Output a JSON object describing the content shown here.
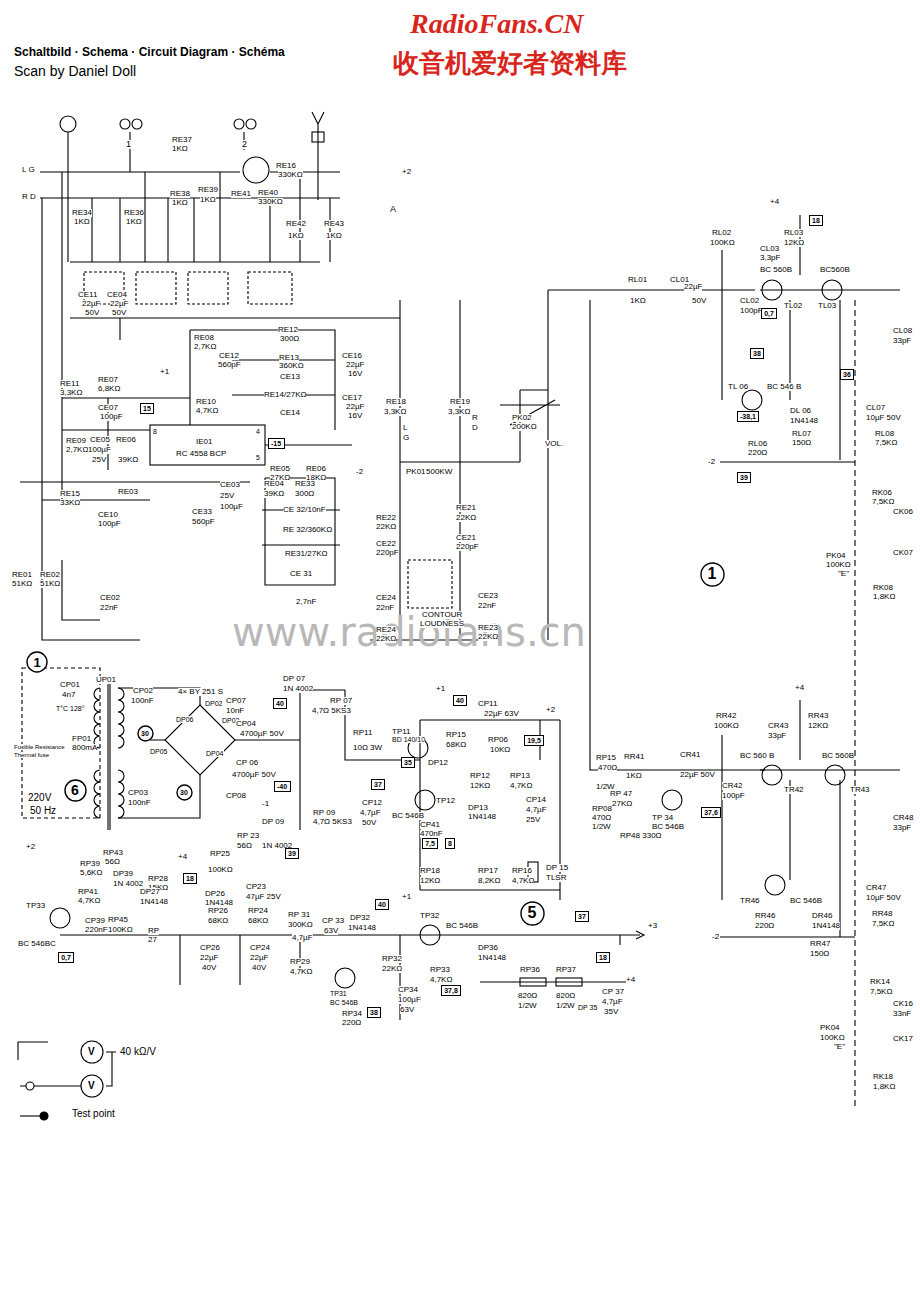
{
  "diagram": {
    "title": "Schaltbild · Schema · Circuit Diagram · Schéma",
    "nodes": [
      {
        "text": [
          "18"
        ]
      },
      {
        "text": [
          "0,7"
        ]
      },
      {
        "text": [
          "38"
        ]
      },
      {
        "text": [
          "36"
        ]
      },
      {
        "text": [
          "-38,1"
        ]
      },
      {
        "text": [
          "39"
        ]
      },
      {
        "text": [
          "1"
        ]
      },
      {
        "text": [
          "15"
        ]
      },
      {
        "text": [
          "-15"
        ]
      },
      {
        "text": [
          "1"
        ]
      },
      {
        "text": [
          "6"
        ]
      },
      {
        "text": [
          "30"
        ]
      },
      {
        "text": [
          "30"
        ]
      },
      {
        "text": [
          "40"
        ]
      },
      {
        "text": [
          "-40"
        ]
      },
      {
        "text": [
          "39"
        ]
      },
      {
        "text": [
          "18"
        ]
      },
      {
        "text": [
          "0,7"
        ]
      },
      {
        "text": [
          "40"
        ]
      },
      {
        "text": [
          "19,5"
        ]
      },
      {
        "text": [
          "37"
        ]
      },
      {
        "text": [
          "35"
        ]
      },
      {
        "text": [
          "7,5"
        ]
      },
      {
        "text": [
          "8"
        ]
      },
      {
        "text": [
          "5"
        ]
      },
      {
        "text": [
          "37"
        ]
      },
      {
        "text": [
          "37,6"
        ]
      },
      {
        "text": [
          "40"
        ]
      },
      {
        "text": [
          "38"
        ]
      },
      {
        "text": [
          "37,8"
        ]
      },
      {
        "text": [
          "18"
        ]
      }
    ],
    "labels": [
      "Scan by Daniel Doll",
      "RadioFans.CN",
      "收音机爱好者资料库",
      "www.radiofans.cn",
      "L G",
      "R D",
      "1",
      "2",
      "RE37",
      "1KΩ",
      "RE16",
      "330KΩ",
      "RE38",
      "1KΩ",
      "RE39",
      "1KΩ",
      "RE41",
      "RE40",
      "330KΩ",
      "RE34",
      "1KΩ",
      "RE36",
      "1KΩ",
      "RE42",
      "1KΩ",
      "RE43",
      "1KΩ",
      "A",
      "+2",
      "CE11",
      "22µF",
      "50V",
      "CE04",
      "22µF",
      "50V",
      "RE12",
      "300Ω",
      "RE08",
      "2,7KΩ",
      "RE13",
      "360KΩ",
      "CE12",
      "560pF",
      "CE13",
      "RE14/27KΩ",
      "CE14",
      "CE16",
      "22µF",
      "16V",
      "CE17",
      "22µF",
      "16V",
      "RE11",
      "3,3KΩ",
      "RE07",
      "6,8KΩ",
      "+1",
      "RE10",
      "4,7KΩ",
      "CE07",
      "100pF",
      "RE09",
      "2,7KΩ",
      "CE05",
      "100µF",
      "25V",
      "RE06",
      "39KΩ",
      "IE01",
      "RC 4558 BCP",
      "8",
      "4",
      "5",
      "RE05",
      "27KΩ",
      "RE06",
      "18KΩ",
      "-2",
      "RE15",
      "33KΩ",
      "RE03",
      "CE10",
      "100pF",
      "CE03",
      "25V",
      "100µF",
      "RE04",
      "39KΩ",
      "RE33",
      "300Ω",
      "CE33",
      "560pF",
      "CE 32/10nF",
      "RE 32/360KΩ",
      "RE31/27KΩ",
      "CE 31",
      "2,7nF",
      "RE01",
      "51KΩ",
      "RE02",
      "51KΩ",
      "CE02",
      "22nF",
      "RE18",
      "3,3KΩ",
      "RE19",
      "3,3KΩ",
      "L",
      "G",
      "R",
      "D",
      "PK02",
      "200KΩ",
      "VOL.",
      "PK01",
      "500KW",
      "RE22",
      "22KΩ",
      "RE21",
      "22KΩ",
      "CE22",
      "220pF",
      "CE21",
      "220pF",
      "CE24",
      "22nF",
      "CE23",
      "22nF",
      "CONTOUR",
      "LOUDNESS",
      "RE24",
      "22KΩ",
      "RE23",
      "22KΩ",
      "+4",
      "RL02",
      "100KΩ",
      "RL03",
      "12KΩ",
      "CL03",
      "3,3pF",
      "BC 560B",
      "BC560B",
      "RL01",
      "1KΩ",
      "CL01",
      "22µF",
      "50V",
      "TL02",
      "TL03",
      "CL02",
      "100pF",
      "CL08",
      "33pF",
      "TL 06",
      "BC 546 B",
      "DL 06",
      "1N4148",
      "RL06",
      "220Ω",
      "RL07",
      "150Ω",
      "CL07",
      "10µF 50V",
      "RL08",
      "7,5KΩ",
      "-2",
      "RK06",
      "7,5KΩ",
      "CK06",
      "PK04",
      "100KΩ",
      "\"E\"",
      "CK07",
      "RK08",
      "1,8KΩ",
      "UP01",
      "CP01",
      "4n7",
      "T°C 128°",
      "FP01",
      "800mA",
      "Fusible Resistance",
      "Thermal fuse",
      "220V",
      "50 Hz",
      "CP02",
      "100nF",
      "4× BY 251 S",
      "DP02",
      "DP06",
      "DP05",
      "DP03",
      "DP04",
      "CP03",
      "100nF",
      "CP07",
      "10nF",
      "DP 07",
      "1N 4002",
      "CP04",
      "4700µF 50V",
      "RP 07",
      "4,7Ω 5KS3",
      "CP 06",
      "4700µF 50V",
      "CP08",
      "-1",
      "DP 09",
      "RP 09",
      "4,7Ω 5KS3",
      "RP 23",
      "56Ω",
      "1N 4002",
      "RP43",
      "56Ω",
      "RP39",
      "5,6KΩ",
      "DP39",
      "1N 4002",
      "RP28",
      "15KΩ",
      "+4",
      "RP25",
      "100KΩ",
      "CP23",
      "47µF 25V",
      "DP26",
      "1N4148",
      "+2",
      "TP33",
      "BC 546BC",
      "RP41",
      "4,7KΩ",
      "CP39",
      "220nF",
      "RP45",
      "100KΩ",
      "DP27",
      "1N4148",
      "RP",
      "27",
      "RP26",
      "68KΩ",
      "RP24",
      "68KΩ",
      "CP26",
      "22µF",
      "40V",
      "CP24",
      "22µF",
      "40V",
      "RP 31",
      "300KΩ",
      "CP 33",
      "63V",
      "4,7µF",
      "RP29",
      "4,7KΩ",
      "TP31",
      "BC 546B",
      "+1",
      "DP32",
      "1N4148",
      "RP32",
      "22KΩ",
      "RP34",
      "220Ω",
      "CP34",
      "100µF",
      "63V",
      "RP33",
      "4,7KΩ",
      "TP32",
      "BC 546B",
      "DP36",
      "1N4148",
      "RP36",
      "820Ω",
      "1/2W",
      "RP37",
      "820Ω",
      "1/2W",
      "DP 35",
      "CP 37",
      "4,7µF",
      "35V",
      "+3",
      "+4",
      "+1",
      "CP11",
      "22µF 63V",
      "RP11",
      "10Ω 3W",
      "TP11",
      "BD 140/10",
      "RP15",
      "68KΩ",
      "RP06",
      "10KΩ",
      "+2",
      "DP12",
      "TP12",
      "BC 546B",
      "RP12",
      "12KΩ",
      "RP13",
      "4,7KΩ",
      "CP12",
      "4,7µF",
      "50V",
      "CP41",
      "470nF",
      "DP13",
      "1N4148",
      "CP14",
      "4,7µF",
      "25V",
      "RP18",
      "12KΩ",
      "RP17",
      "8,2KΩ",
      "RP16",
      "4,7KΩ",
      "DP 15",
      "TLSR",
      "RP15",
      "470Ω",
      "1/2W",
      "RP 47",
      "27KΩ",
      "TP 34",
      "BC 546B",
      "RP08",
      "470Ω",
      "1/2W",
      "RP48 330Ω",
      "RR41",
      "1KΩ",
      "CR41",
      "22µF 50V",
      "CR42",
      "100pF",
      "+4",
      "RR42",
      "100KΩ",
      "CR43",
      "33pF",
      "RR43",
      "12KΩ",
      "BC 560 B",
      "TR42",
      "BC 560B",
      "TR43",
      "CR48",
      "33pF",
      "TR46",
      "BC 546B",
      "DR46",
      "1N4148",
      "RR46",
      "220Ω",
      "RR47",
      "150Ω",
      "CR47",
      "10µF 50V",
      "RR48",
      "7,5KΩ",
      "-2",
      "RK14",
      "7,5KΩ",
      "CK16",
      "33nF",
      "PK04",
      "100KΩ",
      "\"E\"",
      "CK17",
      "RK18",
      "1,8KΩ",
      "V",
      "V"
    ],
    "legend": [
      {
        "text": "40 kΩ/V"
      },
      {
        "text": "Test point"
      }
    ]
  }
}
